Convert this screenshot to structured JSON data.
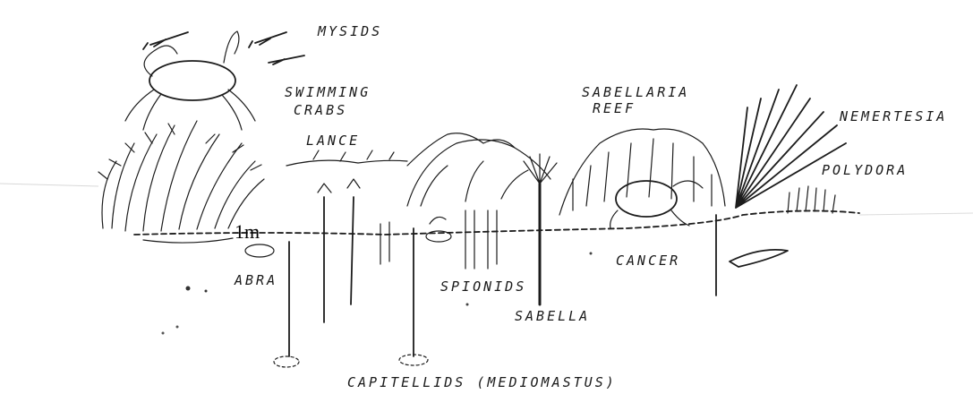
{
  "labels": {
    "mysids": "MYSIDS",
    "swimming_crab_line1": "SWIMMING",
    "swimming_crab_line2": "CRABS",
    "lance": "LANCE",
    "sabellaria_line1": "SABELLARIA",
    "sabellaria_line2": "REEF",
    "nemertesia": "NEMERTESIA",
    "polydora": "POLYDORA",
    "abra": "ABRA",
    "spionids": "SPIONIDS",
    "cancer": "CANCER",
    "sabella": "SABELLA",
    "capitellids": "CAPITELLIDS (MEDIOMASTUS)",
    "scale": "1m"
  },
  "colors": {
    "ink": "#1c1c1c",
    "background": "#ffffff",
    "sediment_line": "#3a3a3a"
  }
}
